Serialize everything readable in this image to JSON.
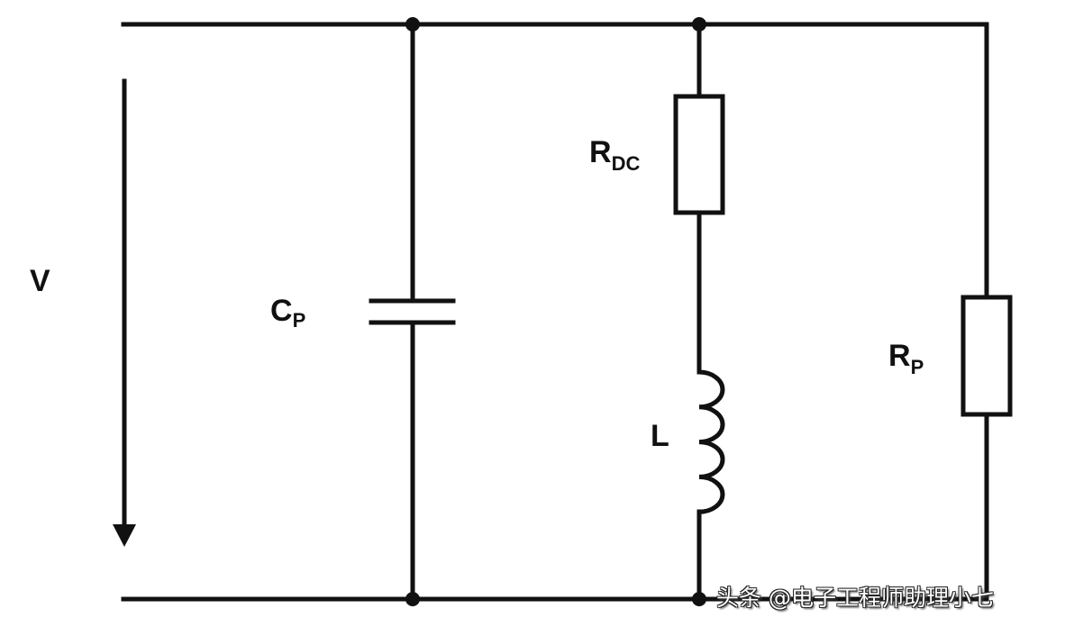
{
  "labels": {
    "voltage": "V",
    "capacitor_main": "C",
    "capacitor_sub": "P",
    "rdc_main": "R",
    "rdc_sub": "DC",
    "inductor": "L",
    "rp_main": "R",
    "rp_sub": "P"
  },
  "watermark": "头条 @电子工程师助理小七"
}
